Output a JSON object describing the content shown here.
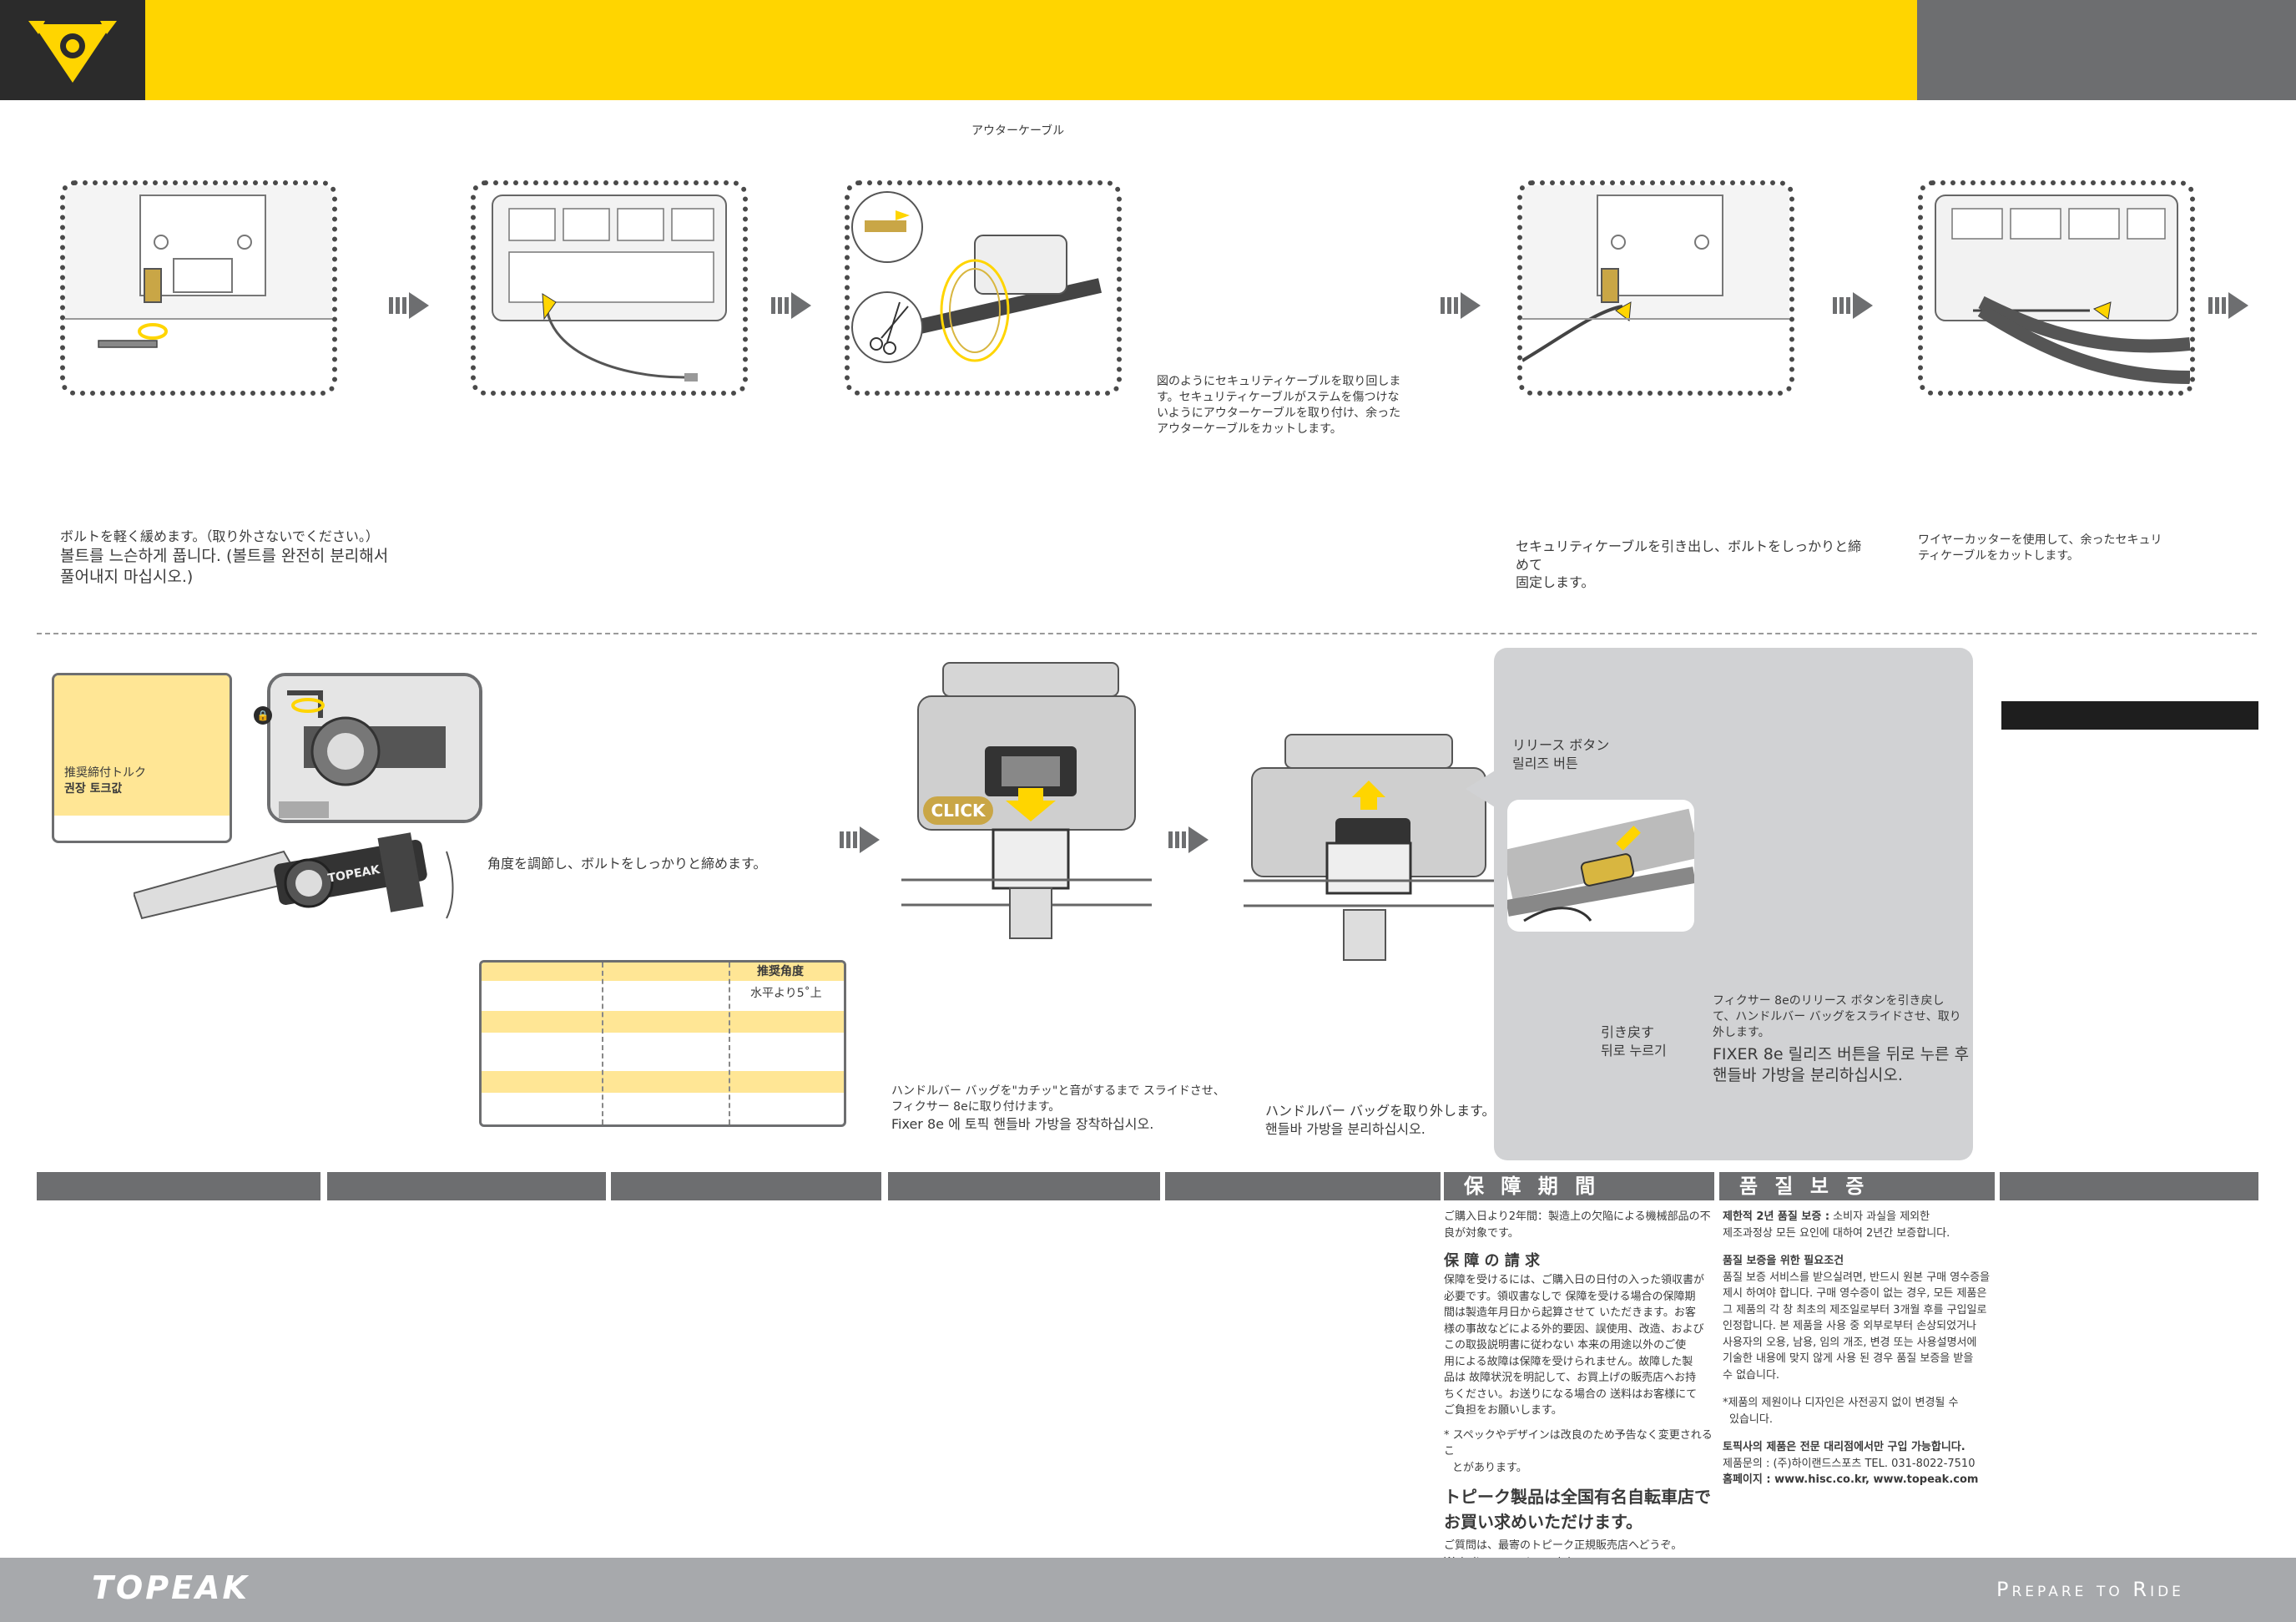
{
  "brand": {
    "name": "TOPEAK",
    "tagline": "Prepare to Ride",
    "colors": {
      "yellow": "#FFD500",
      "gray": "#6d6e70",
      "dark": "#2b2b2b",
      "panel": "#d1d2d4",
      "light_yellow": "#ffe695"
    }
  },
  "labels": {
    "outer_cable": "アウターケーブル",
    "click": "CLICK",
    "release_button_jp": "リリース ボタン",
    "release_button_kr": "릴리즈 버튼",
    "pull_back_jp": "引き戻す",
    "pull_back_kr": "뒤로 누르기",
    "torque_jp": "推奨締付トルク",
    "torque_kr": "권장 토크값",
    "topeak_stem": "TOPEAK"
  },
  "steps": {
    "bolt_loosen_jp": "ボルトを軽く緩めます。（取り外さないでください。）",
    "bolt_loosen_kr_1": "볼트를 느슨하게 풉니다. (볼트를 완전히 분리해서",
    "bolt_loosen_kr_2": "풀어내지 마십시오.)",
    "route_cable_1": "図のようにセキュリティケーブルを取り回しま",
    "route_cable_2": "す。セキュリティケーブルがステムを傷つけな",
    "route_cable_3": "いようにアウターケーブルを取り付け、余った",
    "route_cable_4": "アウターケーブルをカットします。",
    "pull_cable_1": "セキュリティケーブルを引き出し、ボルトをしっかりと締めて",
    "pull_cable_2": "固定します。",
    "cut_cable_1": "ワイヤーカッターを使用して、余ったセキュリ",
    "cut_cable_2": "ティケーブルをカットします。",
    "adjust_angle": "角度を調節し、ボルトをしっかりと締めます。",
    "attach_jp_1": "ハンドルバー バッグを\"カチッ\"と音がするまで スライドさせ、",
    "attach_jp_2": "フィクサー 8eに取り付けます。",
    "attach_kr": "Fixer 8e 에 토픽 핸들바 가방을 장착하십시오.",
    "remove_jp": "ハンドルバー バッグを取り外します。",
    "remove_kr": "핸들바 가방을 분리하십시오.",
    "release_jp_1": "フィクサー 8eのリリース ボタンを引き戻し",
    "release_jp_2": "て、ハンドルバー バッグをスライドさせ、取り",
    "release_jp_3": "外します。",
    "release_kr_1": "FIXER 8e 릴리즈 버튼을 뒤로 누른 후",
    "release_kr_2": "핸들바 가방을 분리하십시오."
  },
  "angle_table": {
    "header": "推奨角度",
    "value": "水平より5˚上"
  },
  "warranty_jp": {
    "title": "保 障 期 間",
    "period_1": "ご購入日より2年間：製造上の欠陥による機械部品の不",
    "period_2": "良が対象です。",
    "claim_title": "保 障 の 請 求",
    "claim_1": "保障を受けるには、ご購入日の日付の入った領収書が",
    "claim_2": "必要です。領収書なしで 保障を受ける場合の保障期",
    "claim_3": "間は製造年月日から起算させて いただきます。お客",
    "claim_4": "様の事故などによる外的要因、誤使用、改造、および",
    "claim_5": "この取扱説明書に従わない 本来の用途以外のご使",
    "claim_6": "用による故障は保障を受けられません。故障した製",
    "claim_7": "品は 故障状況を明記して、お買上げの販売店へお持",
    "claim_8": "ちください。お送りになる場合の 送料はお客様にて",
    "claim_9": "ご負担をお願いします。",
    "note_1": "* スペックやデザインは改良のため予告なく変更されるこ",
    "note_2": "とがあります。",
    "stores_1": "トピーク製品は全国有名自転車店で",
    "stores_2": "お買い求めいただけます。",
    "inquiry": "ご質問は、最寄のトピーク正規販売店へどうぞ。",
    "website": "Website : www.topeak.jp"
  },
  "warranty_kr": {
    "title": "품 질 보 증",
    "limited_bold": "제한적 2년 품질 보증 :",
    "limited_1": " 소비자 과실을 제외한",
    "limited_2": "제조과정상 모든 요인에 대하여 2년간 보증합니다.",
    "req_title": "품질 보증을 위한 필요조건",
    "req_1": "품질 보증 서비스를 받으실려면, 반드시 원본 구매 영수증을",
    "req_2": "제시 하여야 합니다. 구매 영수증이 없는 경우, 모든 제품은",
    "req_3": "그 제품의 각 창 최초의 제조일로부터 3개월 후를 구입일로",
    "req_4": "인정합니다. 본 제품을 사용 중 외부로부터 손상되었거나",
    "req_5": "사용자의 오용, 남용, 임의 개조, 변경 또는 사용설명서에",
    "req_6": "기술한 내용에 맞지 않게 사용 된 경우 품질 보증을 받을",
    "req_7": "수 없습니다.",
    "note_1": "*제품의 제원이나 디자인은 사전공지 없이 변경될 수",
    "note_2": "있습니다.",
    "dealers": "토픽사의 제품은 전문 대리점에서만 구입 가능합니다.",
    "contact": "제품문의 : (주)하이랜드스포츠 TEL. 031-8022-7510",
    "homepage": "홈페이지 : www.hisc.co.kr, www.topeak.com"
  }
}
